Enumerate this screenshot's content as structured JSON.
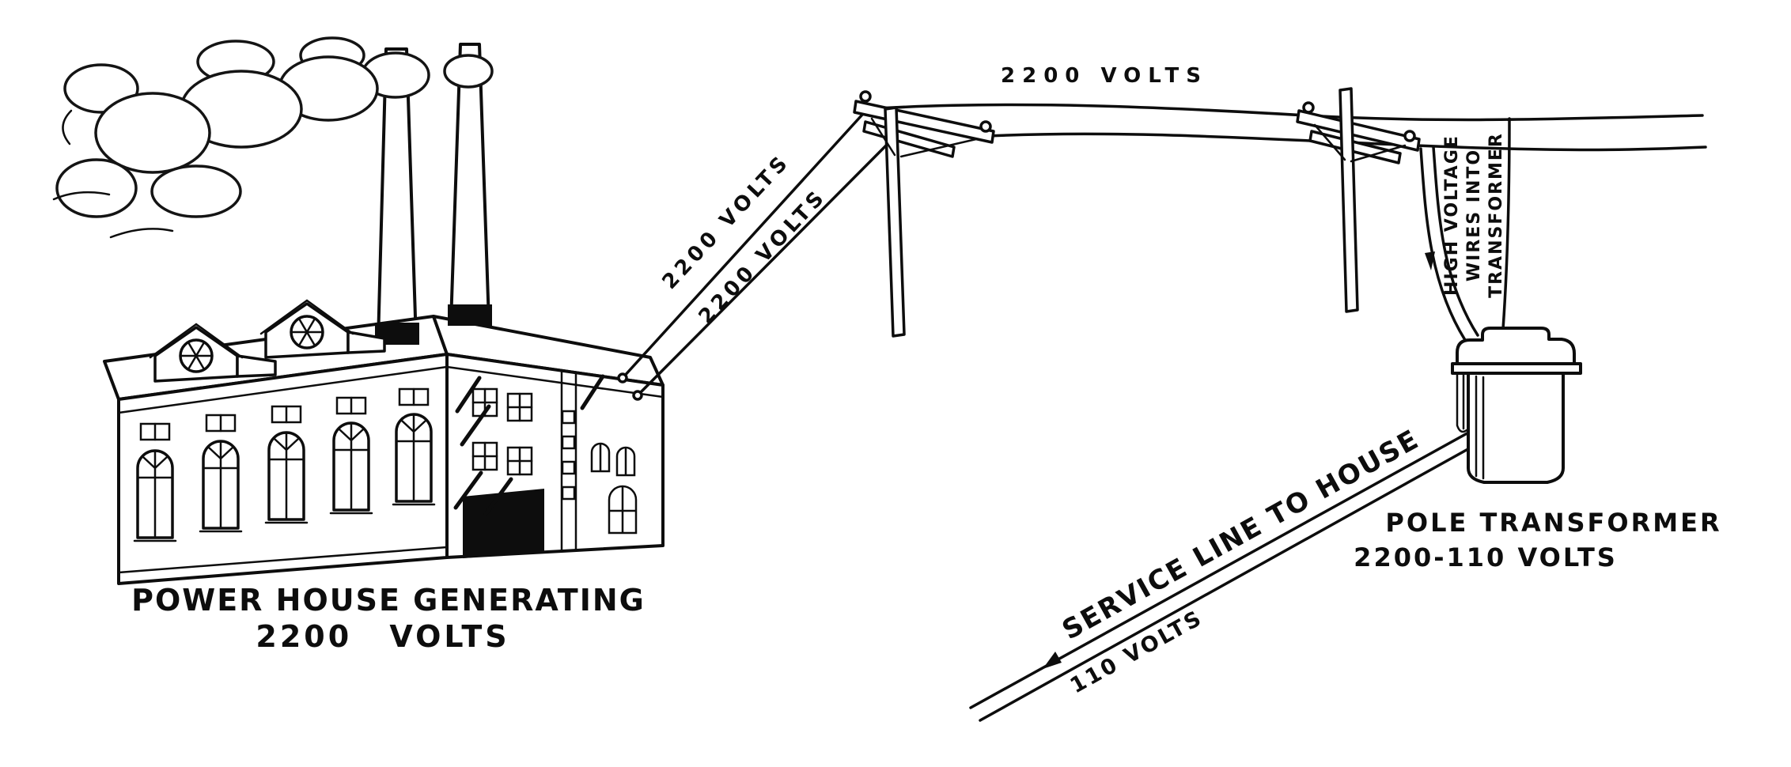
{
  "labels": {
    "span_wire": "2200 VOLTS",
    "feeder_wire_upper": "2200 VOLTS",
    "feeder_wire_lower": "2200 VOLTS",
    "high_voltage_line1": "HIGH VOLTAGE",
    "high_voltage_line2": "WIRES INTO",
    "high_voltage_line3": "TRANSFORMER",
    "pole_transformer_line1": "POLE TRANSFORMER",
    "pole_transformer_line2": "2200-110 VOLTS",
    "power_house_line1": "POWER HOUSE GENERATING",
    "power_house_line2": "2200 VOLTS",
    "service_line": "SERVICE LINE TO HOUSE",
    "service_voltage": "110 VOLTS"
  },
  "colors": {
    "ink": "#0d0d0d",
    "paper": "#ffffff"
  }
}
